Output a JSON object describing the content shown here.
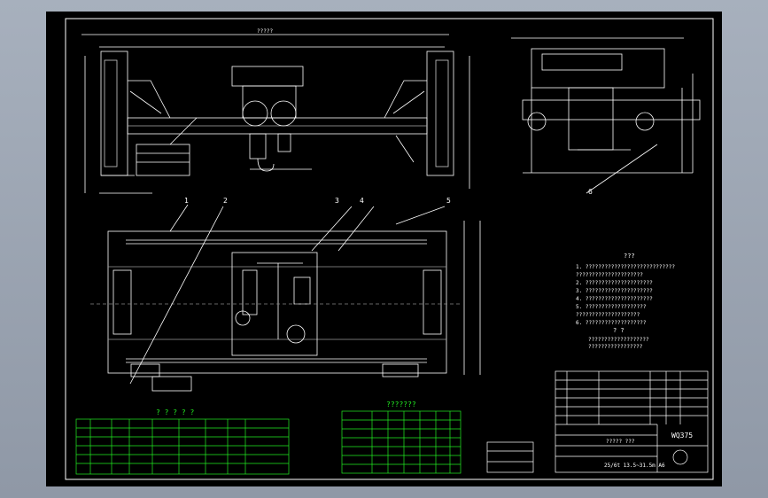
{
  "drawing": {
    "frame_color": "#ffffff",
    "accent_green": "#22ee22",
    "background": "#000000",
    "labels": {
      "part_1": "1",
      "part_2": "2",
      "part_3": "3",
      "part_4": "4",
      "part_5": "5",
      "part_6": "6",
      "span_dim": "?????",
      "notes_title": "???",
      "notes_sub": "? ?",
      "green_table_title": "? ? ? ? ?",
      "green_table2_title": "???????",
      "drawing_number": "WQ375",
      "title_block_text": "????? ???",
      "drawing_caption": "25/6t  13.5~31.5m  A6"
    },
    "notes": [
      "1. ????????????????????????????",
      "   ?????????????????????",
      "2. ?????????????????????",
      "3. ?????????????????????",
      "4. ?????????????????????",
      "5. ???????????????????",
      "   ????????????????????",
      "6. ???????????????????"
    ],
    "notes2": [
      "???????????????????",
      "?????????????????"
    ]
  }
}
